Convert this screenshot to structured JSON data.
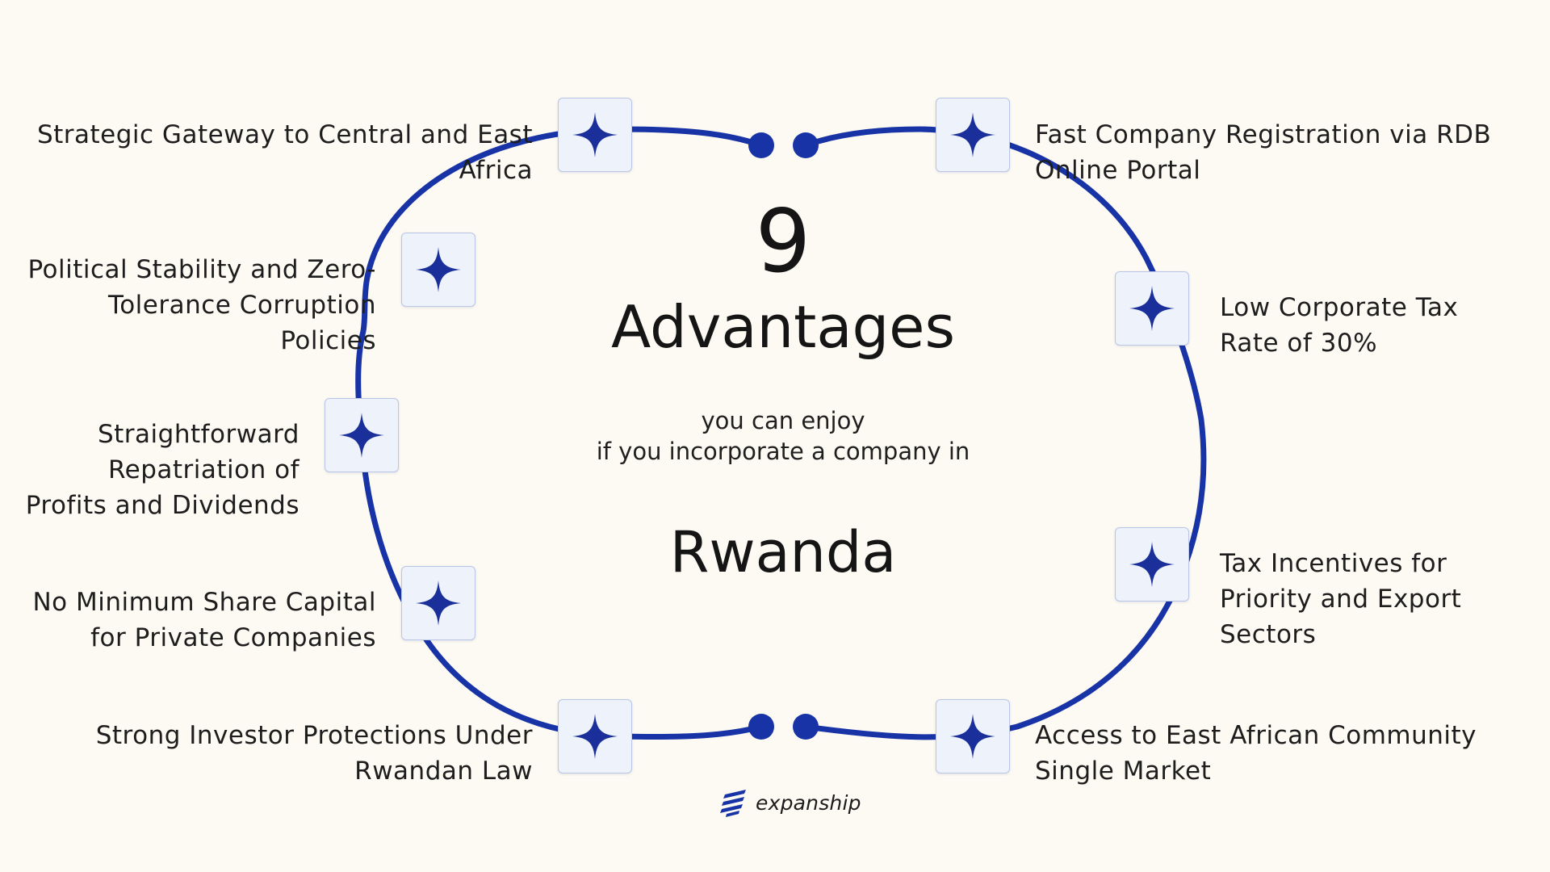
{
  "header": {
    "number": "9",
    "title": "Advantages",
    "subtitle_line1": "you can enjoy",
    "subtitle_line2": "if you incorporate a company in",
    "country": "Rwanda"
  },
  "advantages": [
    {
      "side": "left",
      "lines": [
        "Strategic Gateway to Central and East",
        "Africa"
      ]
    },
    {
      "side": "left",
      "lines": [
        "Political Stability and Zero-",
        "Tolerance Corruption",
        "Policies"
      ]
    },
    {
      "side": "left",
      "lines": [
        "Straightforward",
        "Repatriation of",
        "Profits and Dividends"
      ]
    },
    {
      "side": "left",
      "lines": [
        "No Minimum Share Capital",
        "for Private Companies"
      ]
    },
    {
      "side": "left",
      "lines": [
        "Strong Investor Protections Under",
        "Rwandan Law"
      ]
    },
    {
      "side": "right",
      "lines": [
        "Fast Company Registration via RDB",
        "Online Portal"
      ]
    },
    {
      "side": "right",
      "lines": [
        "Low Corporate Tax",
        "Rate of 30%"
      ]
    },
    {
      "side": "right",
      "lines": [
        "Tax Incentives for",
        "Priority and Export",
        "Sectors"
      ]
    },
    {
      "side": "right",
      "lines": [
        "Access to East African Community",
        "Single Market"
      ]
    }
  ],
  "brand": {
    "name": "expanship"
  },
  "colors": {
    "ring": "#1733a6",
    "star": "#1a2f9a",
    "background": "#fdfaf3",
    "node_fill": "#eef2fb"
  },
  "icons": {
    "node_icon": "four-point-star-icon",
    "logo_icon": "expanship-logo-icon"
  }
}
